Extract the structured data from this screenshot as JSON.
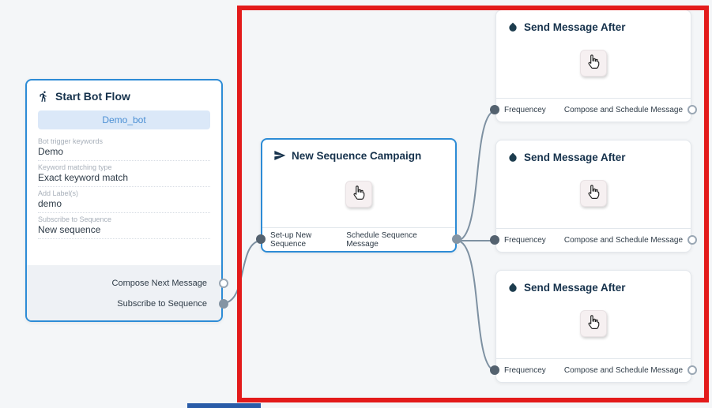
{
  "canvas": {
    "background": "#f4f6f8",
    "highlight_color": "#e31b1b"
  },
  "start_node": {
    "title": "Start Bot Flow",
    "icon": "walking-person-icon",
    "bot_name": "Demo_bot",
    "fields": [
      {
        "label": "Bot trigger keywords",
        "value": "Demo"
      },
      {
        "label": "Keyword matching type",
        "value": "Exact keyword match"
      },
      {
        "label": "Add Label(s)",
        "value": "demo"
      },
      {
        "label": "Subscribe to Sequence",
        "value": "New sequence"
      }
    ],
    "outputs": [
      {
        "label": "Compose Next Message",
        "port": "hollow"
      },
      {
        "label": "Subscribe to Sequence",
        "port": "filled-gray"
      }
    ]
  },
  "campaign_node": {
    "title": "New Sequence Campaign",
    "icon": "send-icon",
    "input_label": "Set-up New Sequence",
    "output_label": "Schedule Sequence Message"
  },
  "send_nodes": [
    {
      "title": "Send Message After",
      "icon": "water-drop-icon",
      "input_label": "Frequencey",
      "output_label": "Compose and Schedule Message"
    },
    {
      "title": "Send Message After",
      "icon": "water-drop-icon",
      "input_label": "Frequencey",
      "output_label": "Compose and Schedule Message"
    },
    {
      "title": "Send Message After",
      "icon": "water-drop-icon",
      "input_label": "Frequencey",
      "output_label": "Compose and Schedule Message"
    }
  ]
}
